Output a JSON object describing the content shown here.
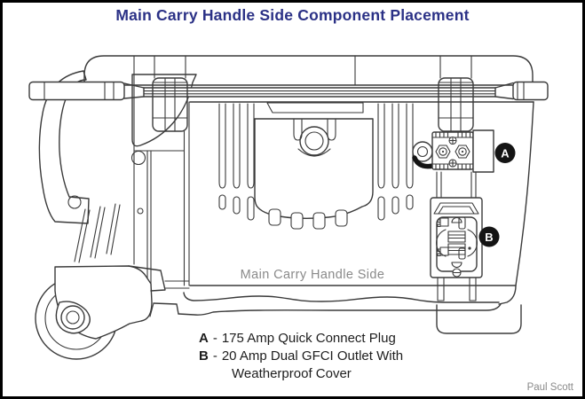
{
  "title": "Main Carry Handle Side Component Placement",
  "diagram": {
    "label": "Main Carry Handle Side",
    "markers": {
      "a": "A",
      "b": "B"
    }
  },
  "legend": {
    "items": [
      {
        "key": "A",
        "dash": "-",
        "text": "175 Amp Quick Connect Plug"
      },
      {
        "key": "B",
        "dash": "-",
        "text": "20 Amp Dual GFCI Outlet With",
        "text2": "Weatherproof Cover"
      }
    ]
  },
  "credit": "Paul Scott",
  "colors": {
    "title": "#2b3186",
    "line": "#3a3a3a",
    "muted": "#8a8a8a",
    "marker": "#141414"
  }
}
